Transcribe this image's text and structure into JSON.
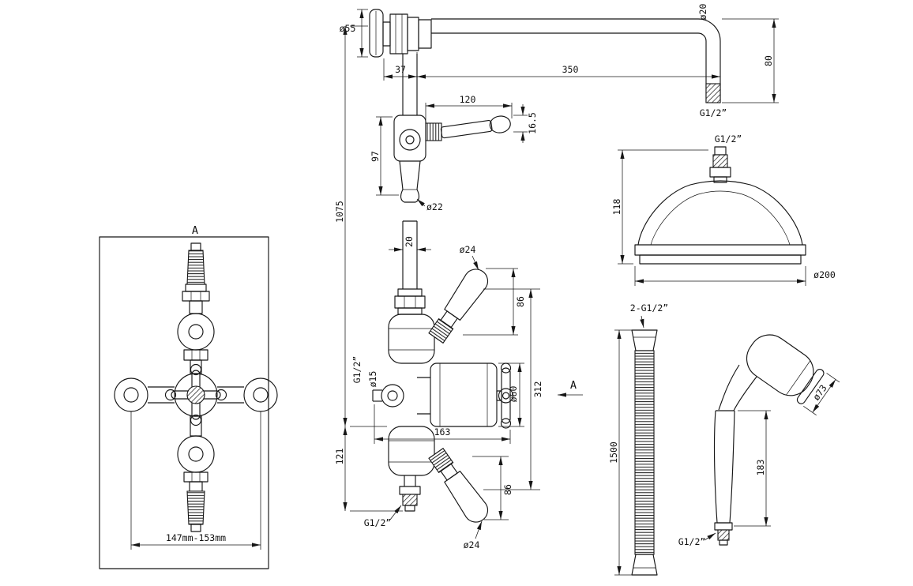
{
  "views": {
    "front": {
      "section_label": "A",
      "width_range": "147mm-153mm"
    },
    "side": {
      "flange_dia": "ø55",
      "offset_37": "37",
      "arm_350": "350",
      "pipe_dia_20": "ø20",
      "drop_80": "80",
      "arm_thread": "G1/2”",
      "lever_120": "120",
      "lever_16_5": "16.5",
      "body_97": "97",
      "spout_dia_22": "ø22",
      "height_1075": "1075",
      "pipe_20": "20",
      "handle_dia_24_top": "ø24",
      "handle_86_top": "86",
      "inlet_thread": "G1/2”",
      "inlet_dia_15": "ø15",
      "body_dia_60": "ø60",
      "height_312": "312",
      "section_label": "A",
      "width_163": "163",
      "height_121": "121",
      "outlet_thread": "G1/2”",
      "handle_dia_24_bottom": "ø24",
      "handle_86_bottom": "86"
    },
    "head": {
      "thread": "G1/2”",
      "height_118": "118",
      "dia_200": "ø200"
    },
    "hose": {
      "thread_pair": "2-G1/2”",
      "length_1500": "1500"
    },
    "handset": {
      "face_dia_73": "ø73",
      "handle_183": "183",
      "thread": "G1/2”"
    }
  }
}
